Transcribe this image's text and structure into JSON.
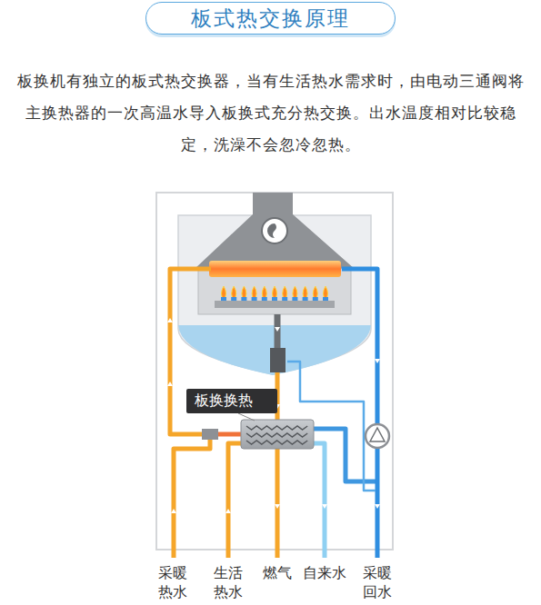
{
  "diagram": {
    "title": "板式热交换原理",
    "nodes": [
      {
        "text": [
          "板换换热"
        ]
      }
    ],
    "labels": [
      "板换机有独立的板式热交换器，当有生活热水需求时，由电动三通阀将 主换热器的一次高温水导入板换式充分热交换。出水温度相对比较稳 定，洗澡不会忽冷忽热。",
      "采暖 热水",
      "生活 热水",
      "燃气",
      "自来水",
      "采暖 回水"
    ]
  }
}
